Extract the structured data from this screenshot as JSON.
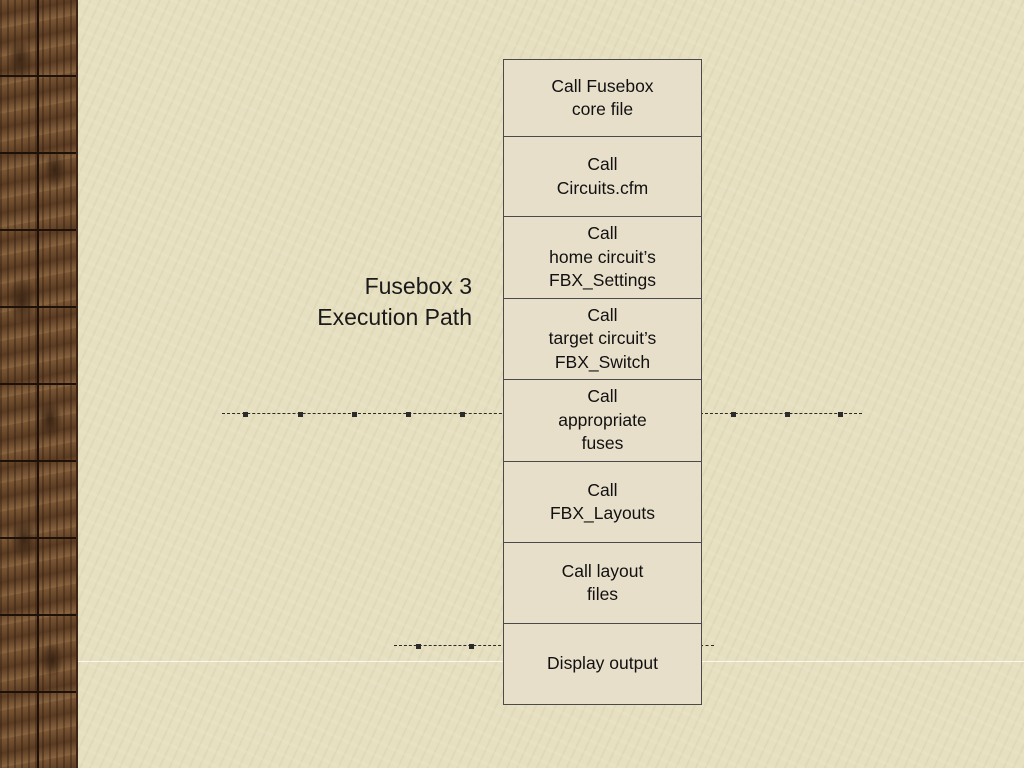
{
  "diagram": {
    "title_line1": "Fusebox 3",
    "title_line2": "Execution Path",
    "steps": [
      "Call Fusebox\ncore file",
      "Call\nCircuits.cfm",
      "Call\nhome circuit’s\nFBX_Settings",
      "Call\ntarget circuit’s\nFBX_Switch",
      "Call\nappropriate\nfuses",
      "Call\nFBX_Layouts",
      "Call layout\nfiles",
      "Display output"
    ]
  },
  "colors": {
    "background": "#e6dfc0",
    "box_fill": "#e8dfcb",
    "border": "#4a4a4a",
    "wood": "#6b4a2c"
  }
}
